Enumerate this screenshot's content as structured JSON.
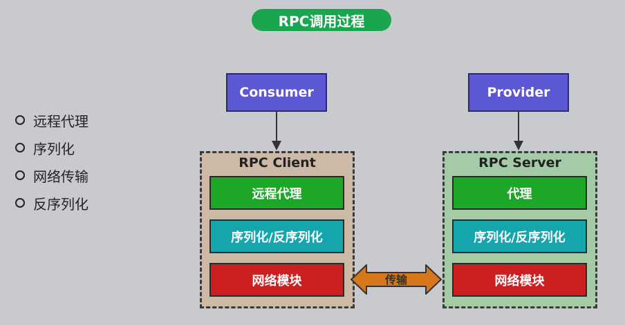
{
  "title": "RPC调用过程",
  "bullets": [
    "远程代理",
    "序列化",
    "网络传输",
    "反序列化"
  ],
  "consumer": {
    "box_label": "Consumer",
    "group_label": "RPC Client",
    "modules": [
      "远程代理",
      "序列化/反序列化",
      "网络模块"
    ]
  },
  "provider": {
    "box_label": "Provider",
    "group_label": "RPC Server",
    "modules": [
      "代理",
      "序列化/反序列化",
      "网络模块"
    ]
  },
  "transfer_label": "传输",
  "colors": {
    "title_bg": "#1aa64f",
    "top_box": "#5c58d4",
    "client_bg": "#ccb9a6",
    "server_bg": "#a5caa6",
    "module_green": "#1ea628",
    "module_teal": "#15a6ad",
    "module_red": "#cc1f1f",
    "transfer_arrow": "#d6771c"
  }
}
